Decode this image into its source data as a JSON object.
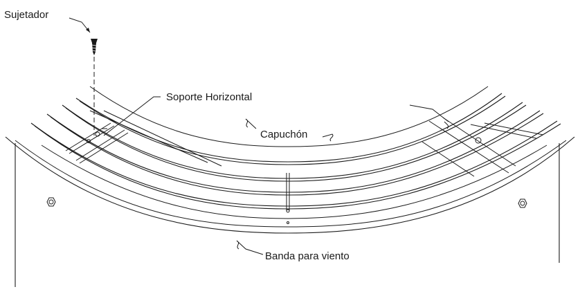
{
  "labels": {
    "fastener": "Sujetador",
    "horizontal_support": "Soporte Horizontal",
    "hood": "Capuchón",
    "wind_band": "Banda para viento"
  }
}
